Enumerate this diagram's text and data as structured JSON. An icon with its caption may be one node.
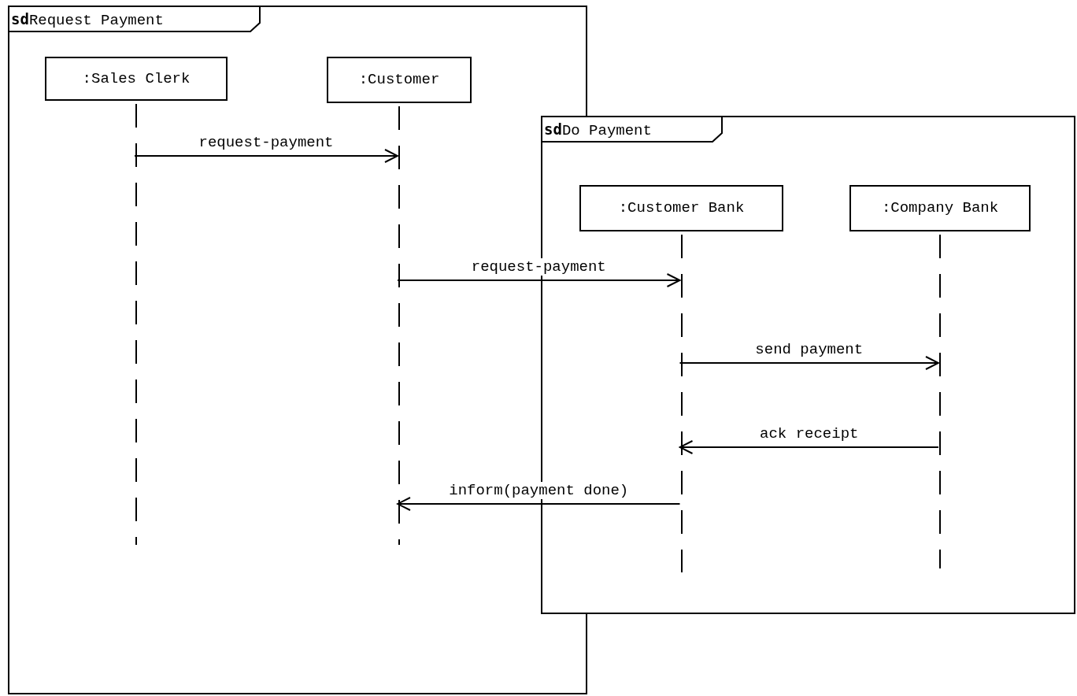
{
  "diagram": {
    "nodes": [
      {
        "text": [
          "**sd**Request Payment"
        ]
      },
      {
        "text": [
          ":Sales Clerk"
        ],
        "in": 0
      },
      {
        "text": [
          ":Customer"
        ],
        "in": 0
      },
      {
        "text": [
          "**sd**Do Payment"
        ]
      },
      {
        "text": [
          ":Customer Bank"
        ],
        "in": 3
      },
      {
        "text": [
          ":Company Bank"
        ],
        "in": 3
      }
    ],
    "edges": [
      {
        "from": 1,
        "to": 2,
        "arrow": "to",
        "label": "request-payment"
      },
      {
        "from": 2,
        "to": 4,
        "arrow": "to",
        "label": "request-payment"
      },
      {
        "from": 4,
        "to": 5,
        "arrow": "to",
        "label": "send payment"
      },
      {
        "from": 5,
        "to": 4,
        "arrow": "to",
        "label": "ack receipt"
      },
      {
        "from": 4,
        "to": 2,
        "arrow": "to",
        "label": "inform(payment done)"
      }
    ]
  }
}
